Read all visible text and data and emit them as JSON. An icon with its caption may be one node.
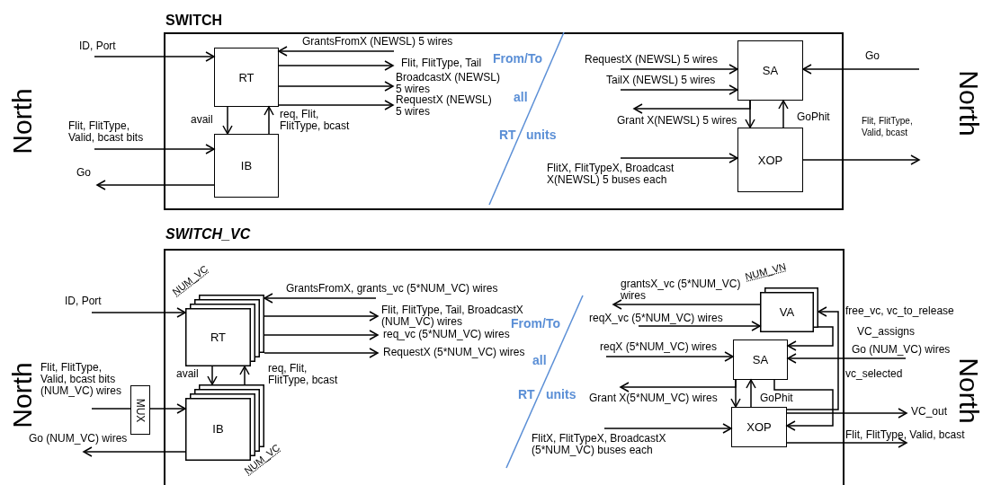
{
  "diagram": {
    "nodes": [
      {
        "text": [
          "SWITCH"
        ]
      },
      {
        "text": [
          "RT"
        ],
        "in": 0
      },
      {
        "text": [
          "IB"
        ],
        "in": 0
      },
      {
        "text": [
          "SA"
        ],
        "in": 0
      },
      {
        "text": [
          "XOP"
        ],
        "in": 0
      },
      {
        "text": [
          "SWITCH_VC"
        ]
      },
      {
        "text": [
          "RT"
        ],
        "in": 5,
        "beside": [
          "NUM_VC"
        ]
      },
      {
        "text": [
          "IB"
        ],
        "in": 5,
        "beside": [
          "NUM_VC"
        ]
      },
      {
        "text": [
          "MUX"
        ]
      },
      {
        "text": [
          "VA"
        ],
        "in": 5,
        "beside": [
          "NUM_VN"
        ]
      },
      {
        "text": [
          "SA"
        ],
        "in": 5
      },
      {
        "text": [
          "XOP"
        ],
        "in": 5
      }
    ],
    "edges": [
      {
        "from": null,
        "to": 1,
        "arrow": "to",
        "label": "ID, Port"
      },
      {
        "from": null,
        "to": 1,
        "arrow": "to",
        "label": "GrantsFromX (NEWSL) 5 wires"
      },
      {
        "from": 1,
        "to": null,
        "arrow": "to",
        "label": "Flit, FlitType, Tail"
      },
      {
        "from": 1,
        "to": null,
        "arrow": "to",
        "label": "BroadcastX (NEWSL) 5 wires"
      },
      {
        "from": 1,
        "to": null,
        "arrow": "to",
        "label": "RequestX (NEWSL) 5 wires"
      },
      {
        "from": 1,
        "to": 2,
        "arrow": "to",
        "label": "avail"
      },
      {
        "from": 2,
        "to": 1,
        "arrow": "to",
        "label": "req, Flit, FlitType, bcast"
      },
      {
        "from": null,
        "to": 2,
        "arrow": "to",
        "label": "Flit, FlitType, Valid, bcast bits"
      },
      {
        "from": 2,
        "to": null,
        "arrow": "to",
        "label": "Go"
      },
      {
        "from": null,
        "to": 3,
        "arrow": "to",
        "label": "RequestX (NEWSL) 5 wires"
      },
      {
        "from": null,
        "to": 3,
        "arrow": "to",
        "label": "TailX (NEWSL) 5 wires"
      },
      {
        "from": 3,
        "to": null,
        "arrow": "to",
        "label": "Grant X(NEWSL) 5 wires"
      },
      {
        "from": 3,
        "to": 4,
        "arrow": "to"
      },
      {
        "from": 4,
        "to": 3,
        "arrow": "to",
        "label": "GoPhit"
      },
      {
        "from": null,
        "to": 3,
        "arrow": "to",
        "label": "Go"
      },
      {
        "from": null,
        "to": 4,
        "arrow": "to",
        "label": "FlitX, FlitTypeX, Broadcast X(NEWSL) 5 buses each"
      },
      {
        "from": 4,
        "to": null,
        "arrow": "to",
        "label": "Flit, FlitType, Valid, bcast"
      },
      {
        "from": null,
        "to": 6,
        "arrow": "to",
        "label": "ID, Port"
      },
      {
        "from": null,
        "to": 6,
        "arrow": "to",
        "label": "GrantsFromX, grants_vc (5*NUM_VC) wires"
      },
      {
        "from": 6,
        "to": null,
        "arrow": "to",
        "label": "Flit, FlitType, Tail, BroadcastX (NUM_VC) wires"
      },
      {
        "from": 6,
        "to": null,
        "arrow": "to",
        "label": "req_vc (5*NUM_VC) wires"
      },
      {
        "from": 6,
        "to": null,
        "arrow": "to",
        "label": "RequestX (5*NUM_VC) wires"
      },
      {
        "from": 6,
        "to": 7,
        "arrow": "to",
        "label": "avail"
      },
      {
        "from": 7,
        "to": 6,
        "arrow": "to",
        "label": "req, Flit, FlitType, bcast"
      },
      {
        "from": null,
        "to": 8,
        "arrow": "none",
        "label": "Flit, FlitType, Valid, bcast bits (NUM_VC) wires"
      },
      {
        "from": 8,
        "to": 7,
        "arrow": "to"
      },
      {
        "from": 7,
        "to": null,
        "arrow": "to",
        "label": "Go (NUM_VC) wires"
      },
      {
        "from": 9,
        "to": null,
        "arrow": "to",
        "label": "grantsX_vc (5*NUM_VC) wires"
      },
      {
        "from": null,
        "to": 9,
        "arrow": "to",
        "label": "reqX_vc (5*NUM_VC) wires"
      },
      {
        "from": 11,
        "to": 9,
        "arrow": "to",
        "label": "free_vc, vc_to_release"
      },
      {
        "from": 9,
        "to": 10,
        "arrow": "to",
        "label": "VC_assigns"
      },
      {
        "from": null,
        "to": 10,
        "arrow": "to",
        "label": "reqX (5*NUM_VC) wires"
      },
      {
        "from": null,
        "to": 10,
        "arrow": "to",
        "label": "Go (NUM_VC) wires"
      },
      {
        "from": 10,
        "to": null,
        "arrow": "to",
        "label": "Grant X(5*NUM_VC) wires"
      },
      {
        "from": 10,
        "to": 11,
        "arrow": "to"
      },
      {
        "from": 11,
        "to": 10,
        "arrow": "to",
        "label": "GoPhit"
      },
      {
        "from": 10,
        "to": 11,
        "arrow": "to",
        "label": "vc_selected"
      },
      {
        "from": null,
        "to": 11,
        "arrow": "to",
        "label": "FlitX, FlitTypeX, BroadcastX (5*NUM_VC) buses each"
      },
      {
        "from": 11,
        "to": null,
        "arrow": "to",
        "label": "VC_out"
      },
      {
        "from": 11,
        "to": null,
        "arrow": "to",
        "label": "Flit, FlitType, Valid, bcast"
      }
    ],
    "labels": [
      "North",
      "From/To",
      "all",
      "RT",
      "units",
      "North",
      "North",
      "From/To",
      "all",
      "RT",
      "units",
      "North"
    ]
  }
}
